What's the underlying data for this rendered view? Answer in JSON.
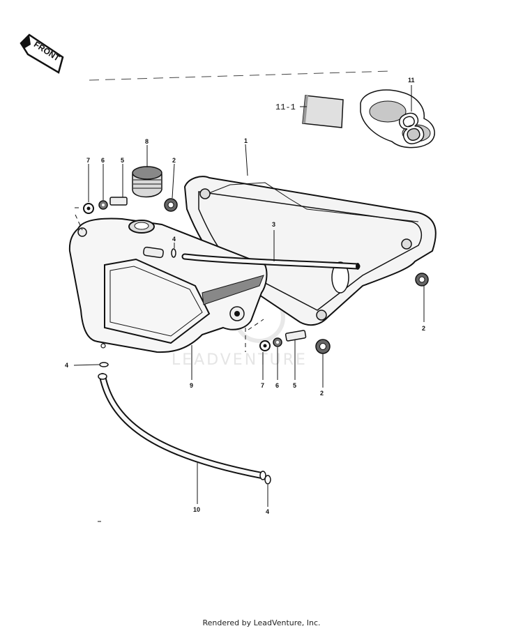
{
  "diagram": {
    "front_badge": "FRONT",
    "callouts": {
      "c1": "1",
      "c2a": "2",
      "c2b": "2",
      "c2c": "2",
      "c3": "3",
      "c4a": "4",
      "c4b": "4",
      "c4c": "4",
      "c5a": "5",
      "c5b": "5",
      "c6a": "6",
      "c6b": "6",
      "c7a": "7",
      "c7b": "7",
      "c8": "8",
      "c9": "9",
      "c10": "10",
      "c11": "11",
      "c11_1": "11-1"
    },
    "emblem_glyph": "8"
  },
  "watermark": "LEADVENTURE",
  "footer": "Rendered by LeadVenture, Inc."
}
